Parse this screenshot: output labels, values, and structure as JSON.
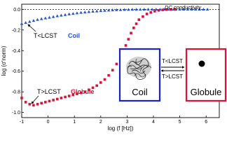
{
  "chart_data": {
    "type": "scatter",
    "xlabel": "log (f [Hz])",
    "ylabel": "log (σ'norm)",
    "xlim": [
      -1,
      6.5
    ],
    "ylim": [
      -1.05,
      0.05
    ],
    "xticks": [
      "-1",
      "0",
      "1",
      "2",
      "3",
      "4",
      "5",
      "6"
    ],
    "yticks": [
      "0.0",
      "-0.2",
      "-0.4",
      "-0.6",
      "-0.8",
      "-1.0"
    ],
    "reference_line": {
      "y": 0,
      "style": "dashed"
    },
    "annotations": {
      "dc": "DC conductivity",
      "coil_label": "T<LCST",
      "coil_word": "Coil",
      "globule_label": "T>LCST",
      "globule_word": "Globule"
    },
    "series": [
      {
        "name": "T<LCST Coil",
        "color": "#2255dd",
        "marker": "triangle",
        "x": [
          -1.0,
          -0.85,
          -0.7,
          -0.55,
          -0.4,
          -0.25,
          -0.1,
          0.05,
          0.2,
          0.35,
          0.5,
          0.65,
          0.8,
          0.95,
          1.1,
          1.25,
          1.4,
          1.55,
          1.7,
          1.85,
          2.0,
          2.15,
          2.3,
          2.45,
          2.6,
          2.75,
          2.9,
          3.05,
          3.2,
          3.35,
          3.5,
          3.65,
          3.8,
          3.95,
          4.1,
          4.25,
          4.4,
          4.55,
          4.7,
          4.85,
          5.0,
          5.15,
          5.3,
          5.45,
          5.6,
          5.75,
          5.9,
          6.05
        ],
        "y": [
          -0.14,
          -0.13,
          -0.12,
          -0.11,
          -0.1,
          -0.093,
          -0.086,
          -0.079,
          -0.072,
          -0.065,
          -0.059,
          -0.053,
          -0.047,
          -0.042,
          -0.037,
          -0.032,
          -0.028,
          -0.024,
          -0.021,
          -0.018,
          -0.015,
          -0.012,
          -0.01,
          -0.008,
          -0.006,
          -0.005,
          -0.004,
          -0.003,
          -0.002,
          -0.002,
          -0.001,
          -0.001,
          0,
          0,
          0,
          0,
          0,
          0,
          0,
          0,
          0,
          0,
          0,
          0,
          0,
          0,
          0,
          0
        ]
      },
      {
        "name": "T>LCST Globule",
        "color": "#dd1133",
        "marker": "square",
        "x": [
          -1.0,
          -0.85,
          -0.7,
          -0.55,
          -0.4,
          -0.25,
          -0.1,
          0.05,
          0.2,
          0.35,
          0.5,
          0.65,
          0.8,
          0.95,
          1.1,
          1.25,
          1.4,
          1.55,
          1.7,
          1.85,
          2.0,
          2.15,
          2.3,
          2.45,
          2.6,
          2.75,
          2.85,
          2.95,
          3.05,
          3.15,
          3.25,
          3.35,
          3.45,
          3.6,
          3.75,
          3.9,
          4.05,
          4.2,
          4.35,
          4.5,
          4.65,
          4.8
        ],
        "y": [
          -0.86,
          -0.9,
          -0.92,
          -0.93,
          -0.92,
          -0.91,
          -0.9,
          -0.89,
          -0.88,
          -0.87,
          -0.86,
          -0.85,
          -0.84,
          -0.83,
          -0.82,
          -0.81,
          -0.8,
          -0.78,
          -0.76,
          -0.74,
          -0.71,
          -0.68,
          -0.64,
          -0.59,
          -0.53,
          -0.47,
          -0.41,
          -0.35,
          -0.29,
          -0.23,
          -0.18,
          -0.14,
          -0.1,
          -0.07,
          -0.045,
          -0.03,
          -0.018,
          -0.01,
          -0.005,
          -0.002,
          -0.001,
          0
        ]
      }
    ]
  },
  "inset": {
    "coil_box_label": "Coil",
    "globule_box_label": "Globule",
    "arrow_top_label": "T<LCST",
    "arrow_bottom_label": "T>LCST",
    "coil_box_color": "#1a22cc",
    "globule_box_color": "#dd1133"
  }
}
